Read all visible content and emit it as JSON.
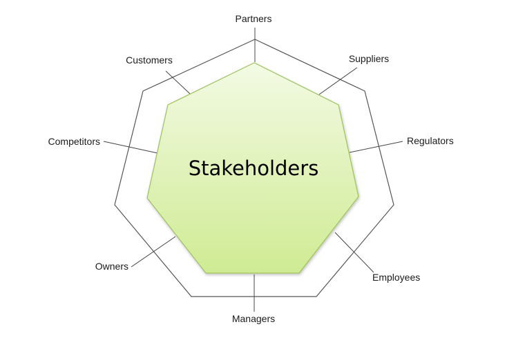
{
  "diagram": {
    "center_label": "Stakeholders",
    "stakeholders": [
      "Partners",
      "Suppliers",
      "Regulators",
      "Employees",
      "Managers",
      "Owners",
      "Competitors",
      "Customers"
    ]
  },
  "colors": {
    "outline": "#555555",
    "inner_fill_top": "#f3fae4",
    "inner_fill_bottom": "#cfeb93",
    "inner_stroke": "#9cc25a"
  }
}
